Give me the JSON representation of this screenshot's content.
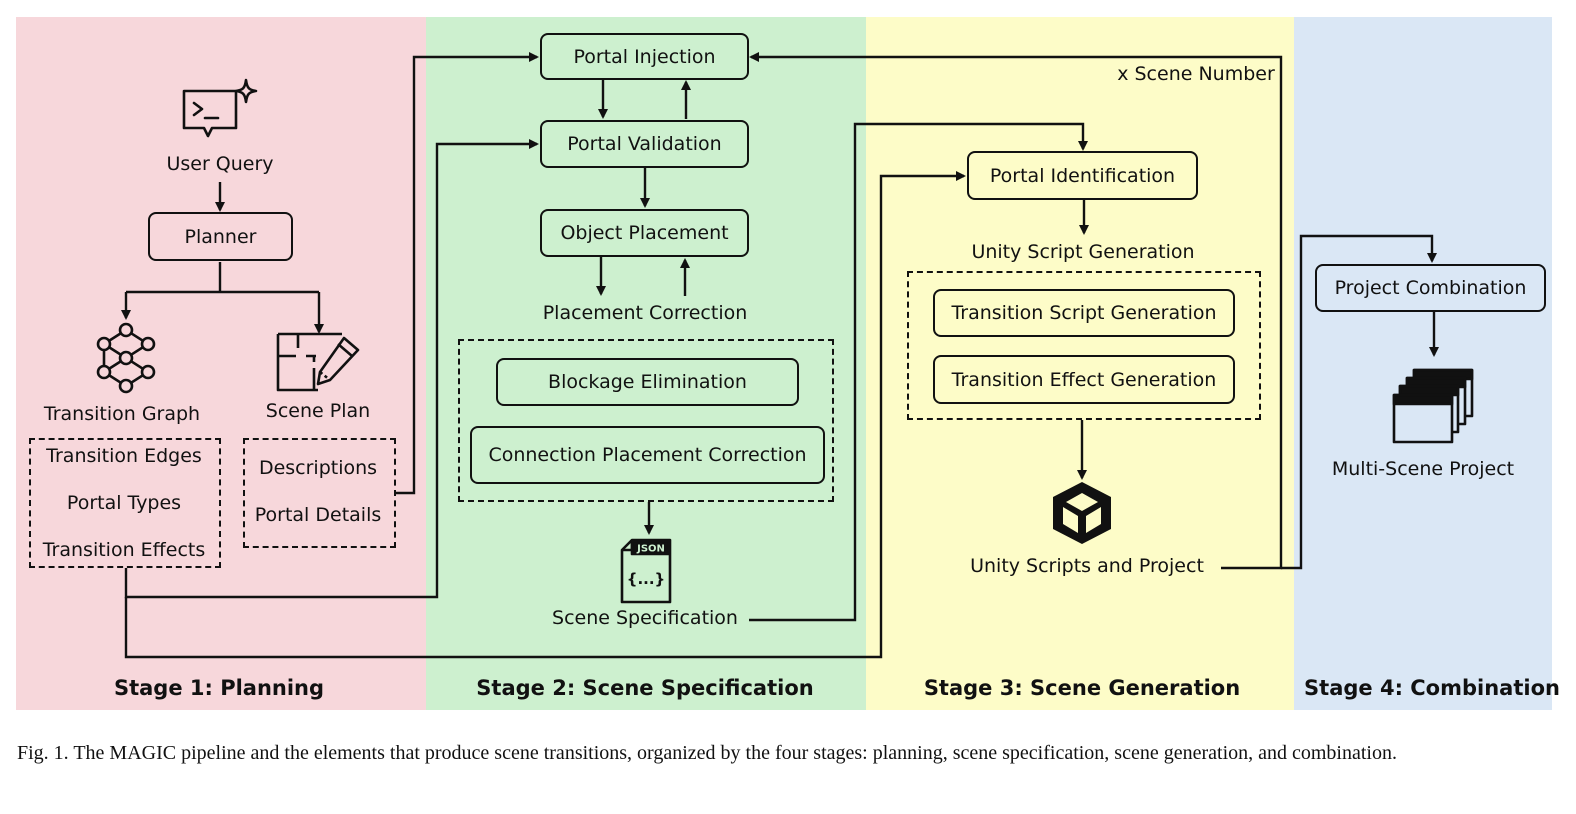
{
  "colors": {
    "stage1_bg": "#f7d7db",
    "stage2_bg": "#cdf0cf",
    "stage3_bg": "#fdfcc8",
    "stage4_bg": "#dae7f5",
    "box_fill_stage1": "#f7d7db",
    "box_fill_stage2": "#cdf0cf",
    "box_fill_stage3": "#fdfcc8",
    "box_fill_stage4": "#dae7f5",
    "line": "#111111"
  },
  "stages": {
    "s1": "Stage 1: Planning",
    "s2": "Stage 2: Scene Specification",
    "s3": "Stage 3: Scene Generation",
    "s4": "Stage 4: Combination"
  },
  "stage1": {
    "user_query": "User Query",
    "planner": "Planner",
    "transition_graph": "Transition Graph",
    "scene_plan": "Scene Plan",
    "transition_items": [
      "Transition Edges",
      "Portal Types",
      "Transition Effects"
    ],
    "plan_items": [
      "Descriptions",
      "Portal Details"
    ]
  },
  "stage2": {
    "portal_injection": "Portal Injection",
    "portal_validation": "Portal Validation",
    "object_placement": "Object Placement",
    "placement_correction": "Placement Correction",
    "blockage_elimination": "Blockage Elimination",
    "connection_placement_correction": "Connection Placement Correction",
    "json_label": "JSON",
    "json_braces": "{...}",
    "scene_specification": "Scene Specification"
  },
  "stage3": {
    "scene_number": "x Scene Number",
    "portal_identification": "Portal Identification",
    "unity_script_generation": "Unity Script Generation",
    "transition_script_generation": "Transition Script Generation",
    "transition_effect_generation": "Transition Effect Generation",
    "unity_scripts_and_project": "Unity Scripts and Project"
  },
  "stage4": {
    "project_combination": "Project Combination",
    "multi_scene_project": "Multi-Scene Project"
  },
  "caption": "Fig. 1.  The MAGIC pipeline and the elements that produce scene transitions, organized by the four stages: planning, scene specification, scene generation, and combination.",
  "icons": {
    "user_query": "chat-terminal-icon",
    "transition_graph": "graph-network-icon",
    "scene_plan": "floorplan-pencil-icon",
    "scene_spec": "json-file-icon",
    "unity": "unity-logo-icon",
    "multi_scene": "stacked-windows-icon"
  }
}
